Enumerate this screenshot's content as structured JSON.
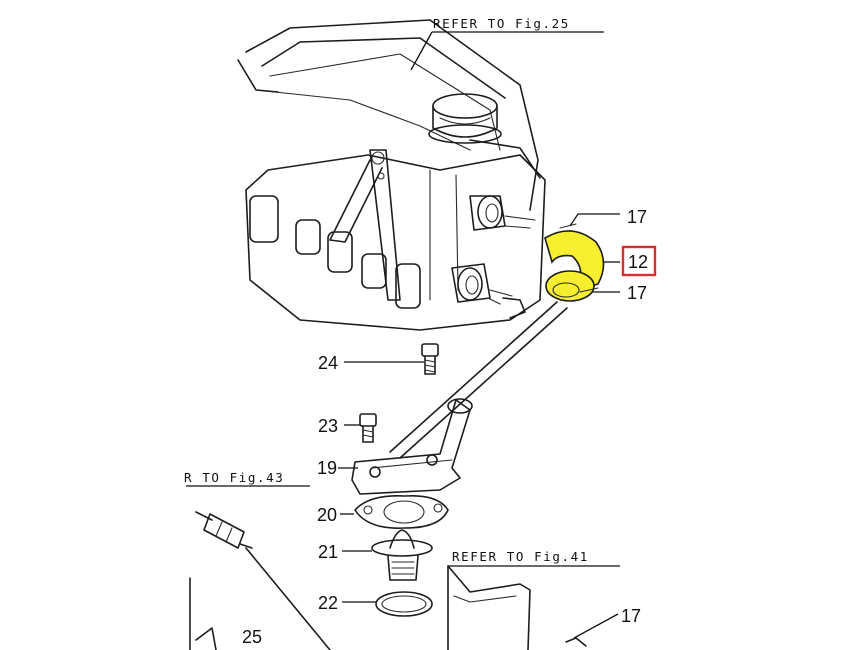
{
  "references": {
    "fig25": "REFER TO Fig.25",
    "fig43": "R TO Fig.43",
    "fig41": "REFER TO Fig.41"
  },
  "callouts": {
    "p17_top": "17",
    "p12": "12",
    "p17_mid": "17",
    "p24": "24",
    "p23": "23",
    "p19": "19",
    "p20": "20",
    "p21": "21",
    "p22": "22",
    "p25": "25",
    "p17_bottom": "17"
  },
  "colors": {
    "highlight_fill": "#f6ee2e",
    "highlight_box": "#d72f2f"
  }
}
